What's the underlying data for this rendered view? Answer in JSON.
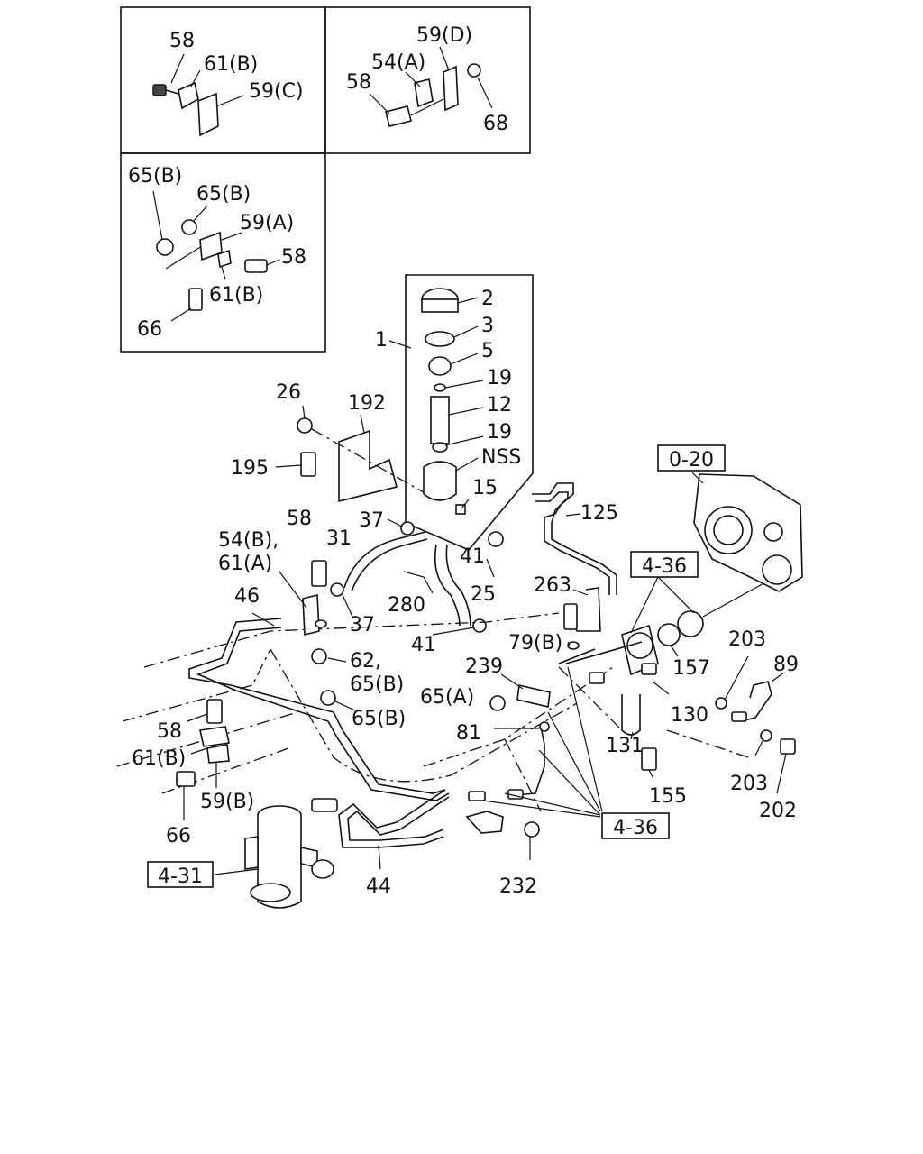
{
  "labels": {
    "inset1": {
      "n58": "58",
      "n61b": "61(B)",
      "n59c": "59(C)"
    },
    "inset2": {
      "n59d": "59(D)",
      "n54a": "54(A)",
      "n58": "58",
      "n68": "68"
    },
    "inset3": {
      "n65b_1": "65(B)",
      "n65b_2": "65(B)",
      "n59a": "59(A)",
      "n58": "58",
      "n61b": "61(B)",
      "n66": "66"
    },
    "reservoir": {
      "n1": "1",
      "n2": "2",
      "n3": "3",
      "n5": "5",
      "n19a": "19",
      "n12": "12",
      "n19b": "19",
      "nss": "NSS",
      "n15": "15",
      "n41a": "41",
      "n25": "25"
    },
    "bracket": {
      "n26": "26",
      "n192": "192",
      "n195": "195"
    },
    "hoses": {
      "n37a": "37",
      "n31": "31",
      "n58": "58",
      "n54b": "54(B),",
      "n61a": "61(A)",
      "n37b": "37",
      "n46": "46",
      "n280": "280",
      "n41b": "41",
      "n62": "62,",
      "n65b_1": "65(B)",
      "n65b_2": "65(B)"
    },
    "lower_left": {
      "n58": "58",
      "n61b": "61(B)",
      "n66": "66",
      "n59b": "59(B)",
      "n44": "44"
    },
    "pump": {
      "n125": "125",
      "n263": "263",
      "n79b": "79(B)",
      "n239": "239",
      "n65a": "65(A)",
      "n81": "81",
      "n232": "232",
      "n157": "157",
      "n130": "130",
      "n131": "131",
      "n155": "155",
      "n203a": "203",
      "n89": "89",
      "n203b": "203",
      "n202": "202"
    }
  },
  "refs": {
    "r020": "0-20",
    "r436a": "4-36",
    "r436b": "4-36",
    "r431": "4-31"
  }
}
